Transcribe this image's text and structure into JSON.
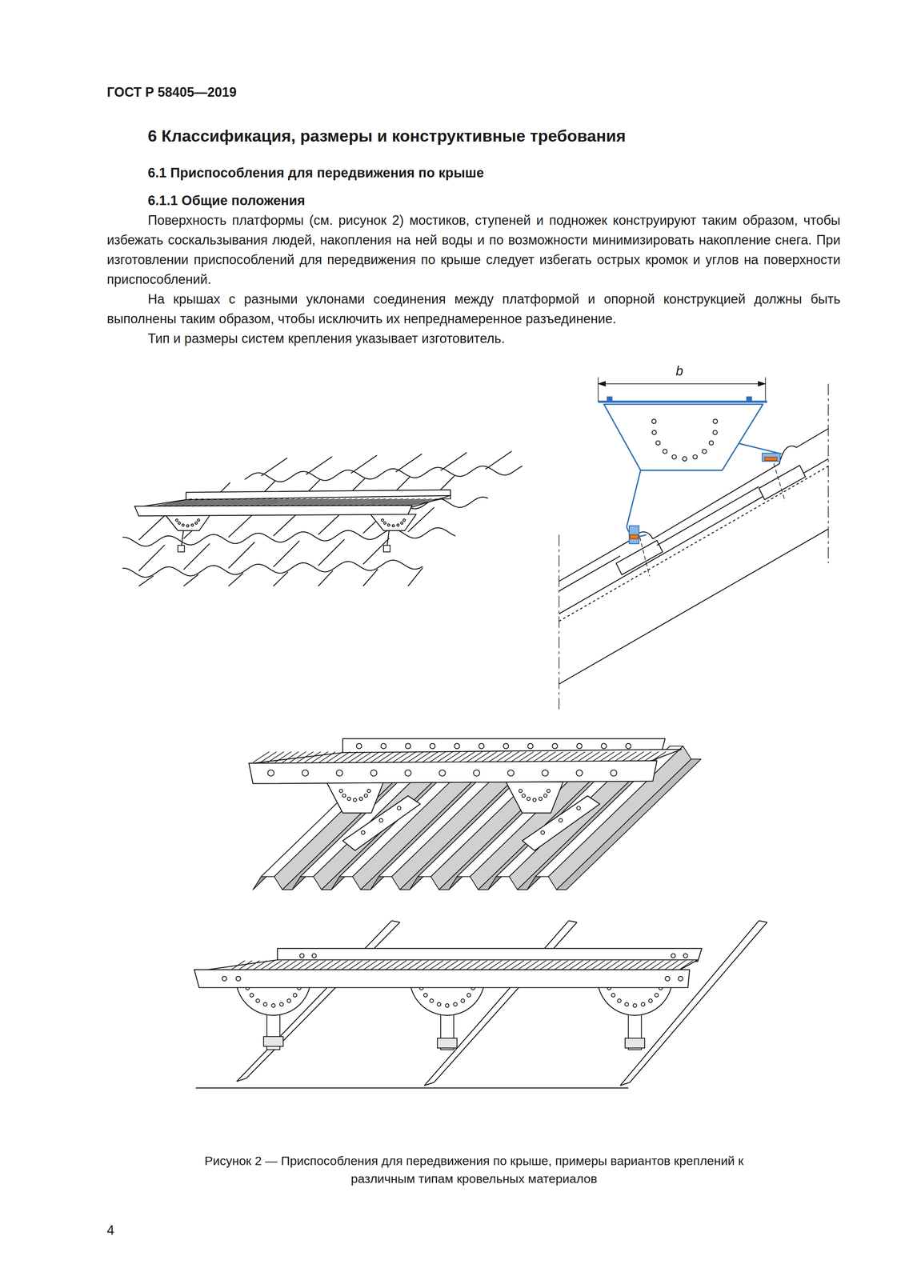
{
  "diagram": {
    "title": "6 Классификация, размеры и конструктивные требования",
    "caption": "Рисунок 2 — Приспособления для передвижения по крыше, примеры вариантов креплений к различным типам кровельных материалов",
    "labels": [
      "ГОСТ Р 58405—2019",
      "6.1 Приспособления для передвижения по крыше",
      "6.1.1 Общие положения",
      "Поверхность платформы (см. рисунок 2) мостиков, ступеней и подножек конструируют таким образом, чтобы избежать соскальзывания людей, накопления на ней воды и по возможности минимизировать накопление снега. При изготовлении приспособлений для передвижения по крыше следует избегать острых кромок и углов на поверхности приспособлений.",
      "На крышах с разными уклонами соединения между платформой и опорной конструкцией должны быть выполнены таким образом, чтобы исключить их непреднамеренное разъединение.",
      "Тип и размеры систем крепления указывает изготовитель.",
      "b",
      "4"
    ]
  }
}
